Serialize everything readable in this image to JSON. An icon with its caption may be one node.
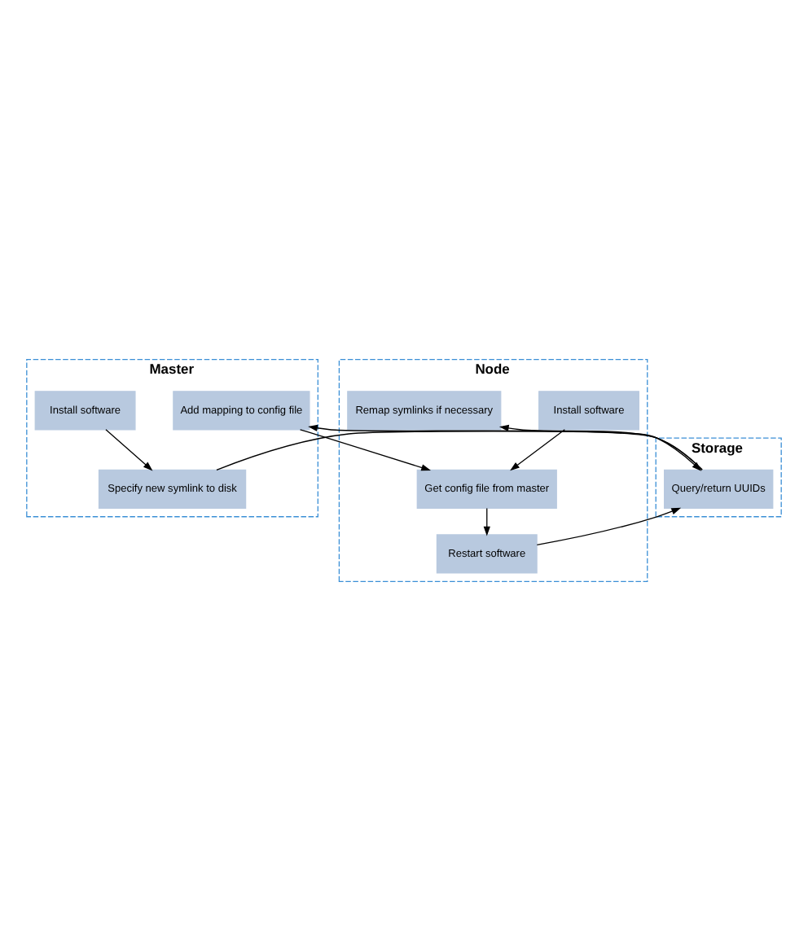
{
  "diagram": {
    "nodes": [
      {
        "text": [
          "Master"
        ]
      },
      {
        "text": [
          "Install software"
        ],
        "in": 0
      },
      {
        "text": [
          "Specify new symlink to disk"
        ],
        "in": 0
      },
      {
        "text": [
          "Add mapping to config file"
        ],
        "in": 0
      },
      {
        "text": [
          "Node"
        ]
      },
      {
        "text": [
          "Install software"
        ],
        "in": 4
      },
      {
        "text": [
          "Get config file from master"
        ],
        "in": 4
      },
      {
        "text": [
          "Restart software"
        ],
        "in": 4
      },
      {
        "text": [
          "Remap symlinks if necessary"
        ],
        "in": 4
      },
      {
        "text": [
          "Storage"
        ]
      },
      {
        "text": [
          "Query/return UUIDs"
        ],
        "in": 9
      }
    ],
    "edges": [
      {
        "from": 1,
        "to": 2,
        "arrow": "to"
      },
      {
        "from": 2,
        "to": 10,
        "arrow": "to"
      },
      {
        "from": 10,
        "to": 3,
        "arrow": "to"
      },
      {
        "from": 3,
        "to": 6,
        "arrow": "to"
      },
      {
        "from": 5,
        "to": 6,
        "arrow": "to"
      },
      {
        "from": 6,
        "to": 7,
        "arrow": "to"
      },
      {
        "from": 7,
        "to": 10,
        "arrow": "to"
      },
      {
        "from": 10,
        "to": 8,
        "arrow": "to"
      }
    ]
  }
}
